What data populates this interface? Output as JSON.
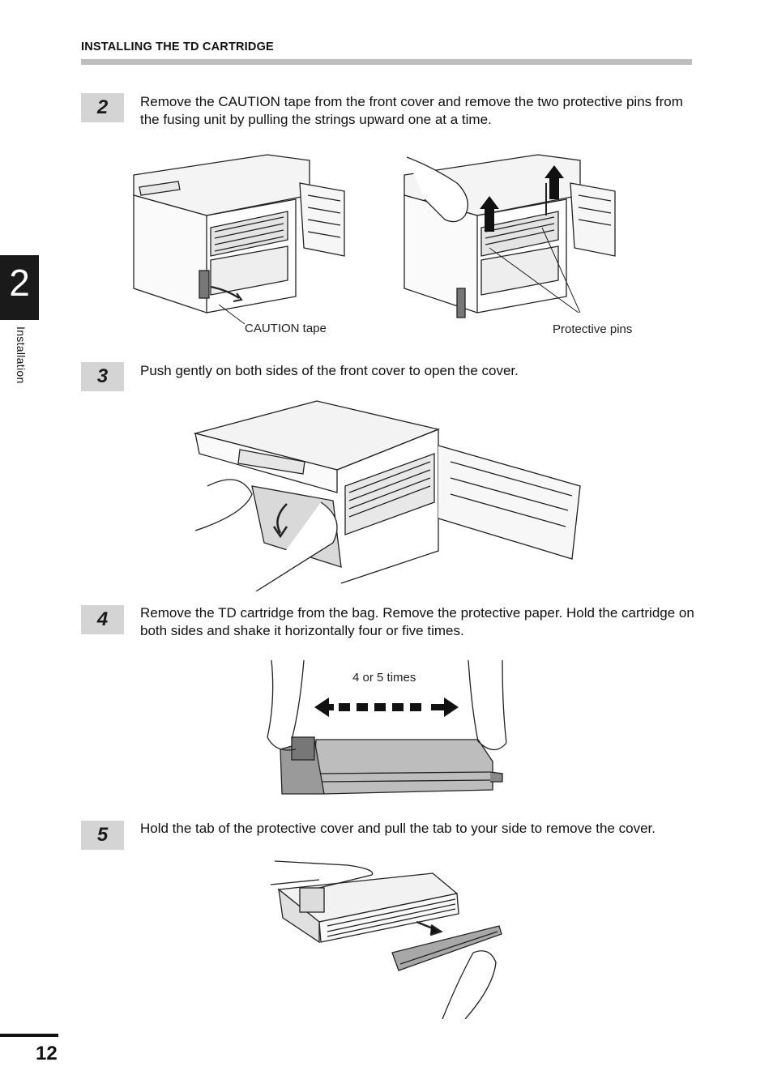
{
  "header": {
    "section_title": "INSTALLING THE TD  CARTRIDGE"
  },
  "chapter": {
    "number": "2",
    "label": "Installation"
  },
  "steps": [
    {
      "number": "2",
      "text": "Remove the CAUTION tape from the front cover and remove the two protective pins from the fusing unit by pulling the strings upward one at a time."
    },
    {
      "number": "3",
      "text": "Push gently on both sides of the front cover to open the cover."
    },
    {
      "number": "4",
      "text": "Remove the TD cartridge from the bag. Remove the protective paper. Hold the cartridge on both sides and shake it horizontally four or five times."
    },
    {
      "number": "5",
      "text": "Hold the tab of the protective cover and pull the tab to your side to remove the cover."
    }
  ],
  "captions": {
    "caution_tape": "CAUTION tape",
    "protective_pins": "Protective pins",
    "shake_times": "4 or 5 times"
  },
  "footer": {
    "page_number": "12"
  }
}
